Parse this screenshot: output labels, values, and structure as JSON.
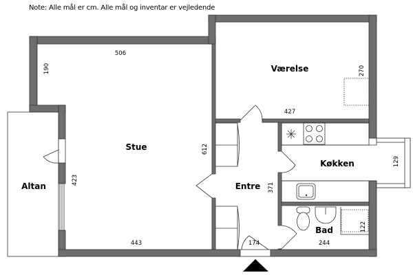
{
  "note": "Note: Alle mål er cm. Alle mål og inventar er vejledende",
  "rooms": {
    "stue": "Stue",
    "vaerelse": "Værelse",
    "altan": "Altan",
    "entre": "Entre",
    "kokken": "Køkken",
    "bad": "Bad"
  },
  "dimensions": {
    "stue_top": "506",
    "stue_left_upper": "190",
    "stue_left_lower": "423",
    "stue_bottom": "443",
    "stue_right": "612",
    "vaerelse_width": "427",
    "vaerelse_depth": "270",
    "entre_depth": "371",
    "entre_width": "174",
    "kokken_depth": "129",
    "bad_width": "244",
    "bad_shower": "122"
  },
  "colors": {
    "wall": "#6e6e6e",
    "line": "#333333"
  }
}
